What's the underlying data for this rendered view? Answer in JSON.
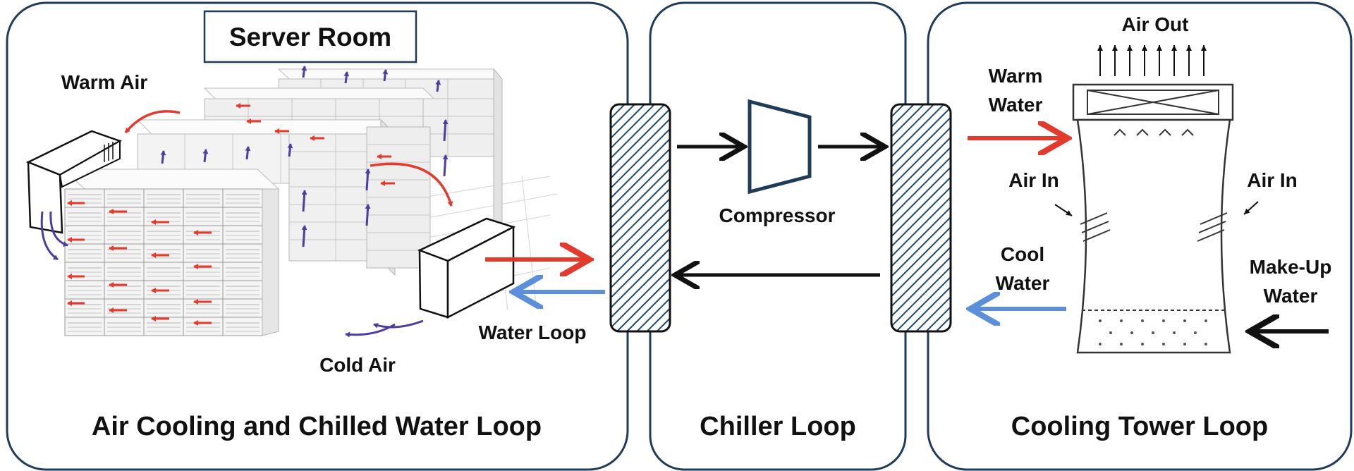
{
  "panels": {
    "air": {
      "title": "Air Cooling and Chilled Water Loop",
      "box_label": "Server Room"
    },
    "chiller": {
      "title": "Chiller Loop"
    },
    "tower": {
      "title": "Cooling Tower Loop"
    }
  },
  "labels": {
    "warm_air": "Warm Air",
    "cold_air": "Cold Air",
    "water_loop": "Water Loop",
    "compressor": "Compressor",
    "air_out": "Air Out",
    "warm_water_1": "Warm",
    "warm_water_2": "Water",
    "air_in_left": "Air In",
    "air_in_right": "Air In",
    "cool_water_1": "Cool",
    "cool_water_2": "Water",
    "makeup_1": "Make-Up",
    "makeup_2": "Water"
  },
  "colors": {
    "warm": "#e23b2e",
    "cool": "#5b8fd9",
    "arrow": "#111111",
    "hatch": "#1c4a6e",
    "server_arrow": "#4a3fa0"
  }
}
